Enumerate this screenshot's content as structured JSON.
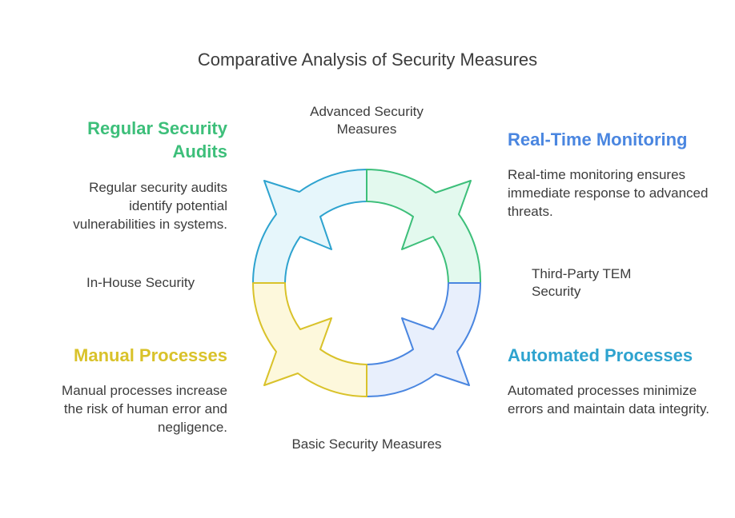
{
  "title": "Comparative Analysis of Security Measures",
  "axes": {
    "top": "Advanced Security Measures",
    "bottom": "Basic Security Measures",
    "left": "In-House Security",
    "right": "Third-Party TEM Security"
  },
  "quadrants": {
    "top_left": {
      "heading": "Regular Security Audits",
      "description": "Regular security audits identify potential vulnerabilities in systems.",
      "color": "#3dbf7a",
      "fill": "#e6f6fb",
      "stroke": "#2ea3cf"
    },
    "top_right": {
      "heading": "Real-Time Monitoring",
      "description": "Real-time monitoring ensures immediate response to advanced threats.",
      "color": "#4a86e0",
      "fill": "#e3f9ee",
      "stroke": "#3dbf7a"
    },
    "bottom_right": {
      "heading": "Automated Processes",
      "description": "Automated processes minimize errors and maintain data integrity.",
      "color": "#2ea3cf",
      "fill": "#e8effc",
      "stroke": "#4a86e0"
    },
    "bottom_left": {
      "heading": "Manual Processes",
      "description": "Manual processes increase the risk of human error and negligence.",
      "color": "#d9c22a",
      "fill": "#fdf8dc",
      "stroke": "#d9c22a"
    }
  }
}
